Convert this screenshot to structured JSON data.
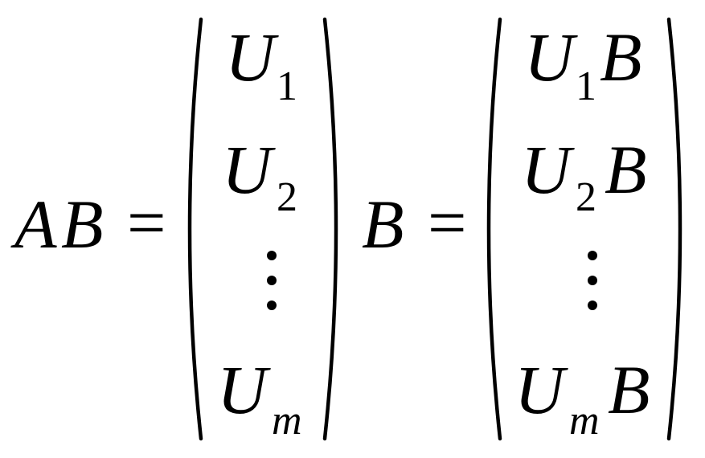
{
  "equation": {
    "lhs": {
      "a": "A",
      "b": "B"
    },
    "equals": "=",
    "left_matrix": {
      "rows": [
        {
          "base": "U",
          "sub": "1"
        },
        {
          "base": "U",
          "sub": "2"
        },
        {
          "base": "U",
          "sub": "m"
        }
      ]
    },
    "times": "B",
    "result_matrix": {
      "rows": [
        {
          "base": "U",
          "sub": "1",
          "post": "B"
        },
        {
          "base": "U",
          "sub": "2",
          "post": "B"
        },
        {
          "base": "U",
          "sub": "m",
          "post": "B"
        }
      ]
    }
  }
}
